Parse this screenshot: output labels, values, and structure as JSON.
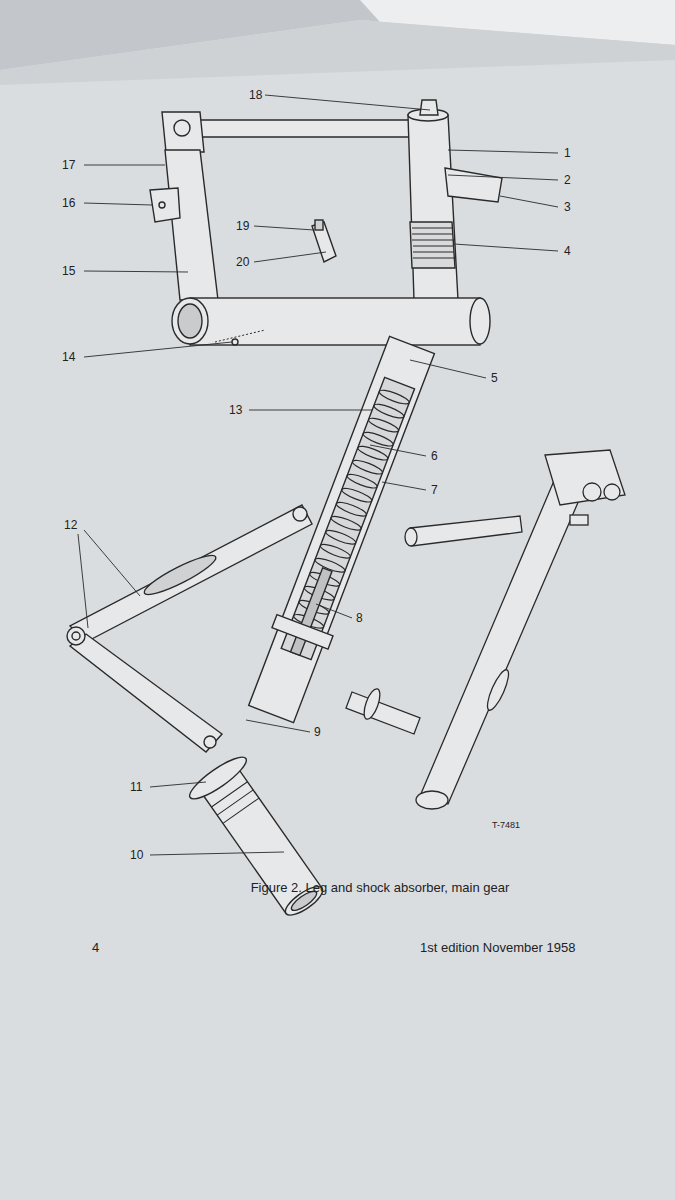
{
  "diagram": {
    "caption": "Figure 2. Leg and shock absorber, main gear",
    "labels": [
      "18",
      "1",
      "2",
      "17",
      "16",
      "3",
      "19",
      "20",
      "4",
      "15",
      "14",
      "5",
      "13",
      "6",
      "7",
      "12",
      "8",
      "9",
      "11",
      "10",
      "T-7481",
      "4",
      "1st edition November 1958"
    ]
  }
}
